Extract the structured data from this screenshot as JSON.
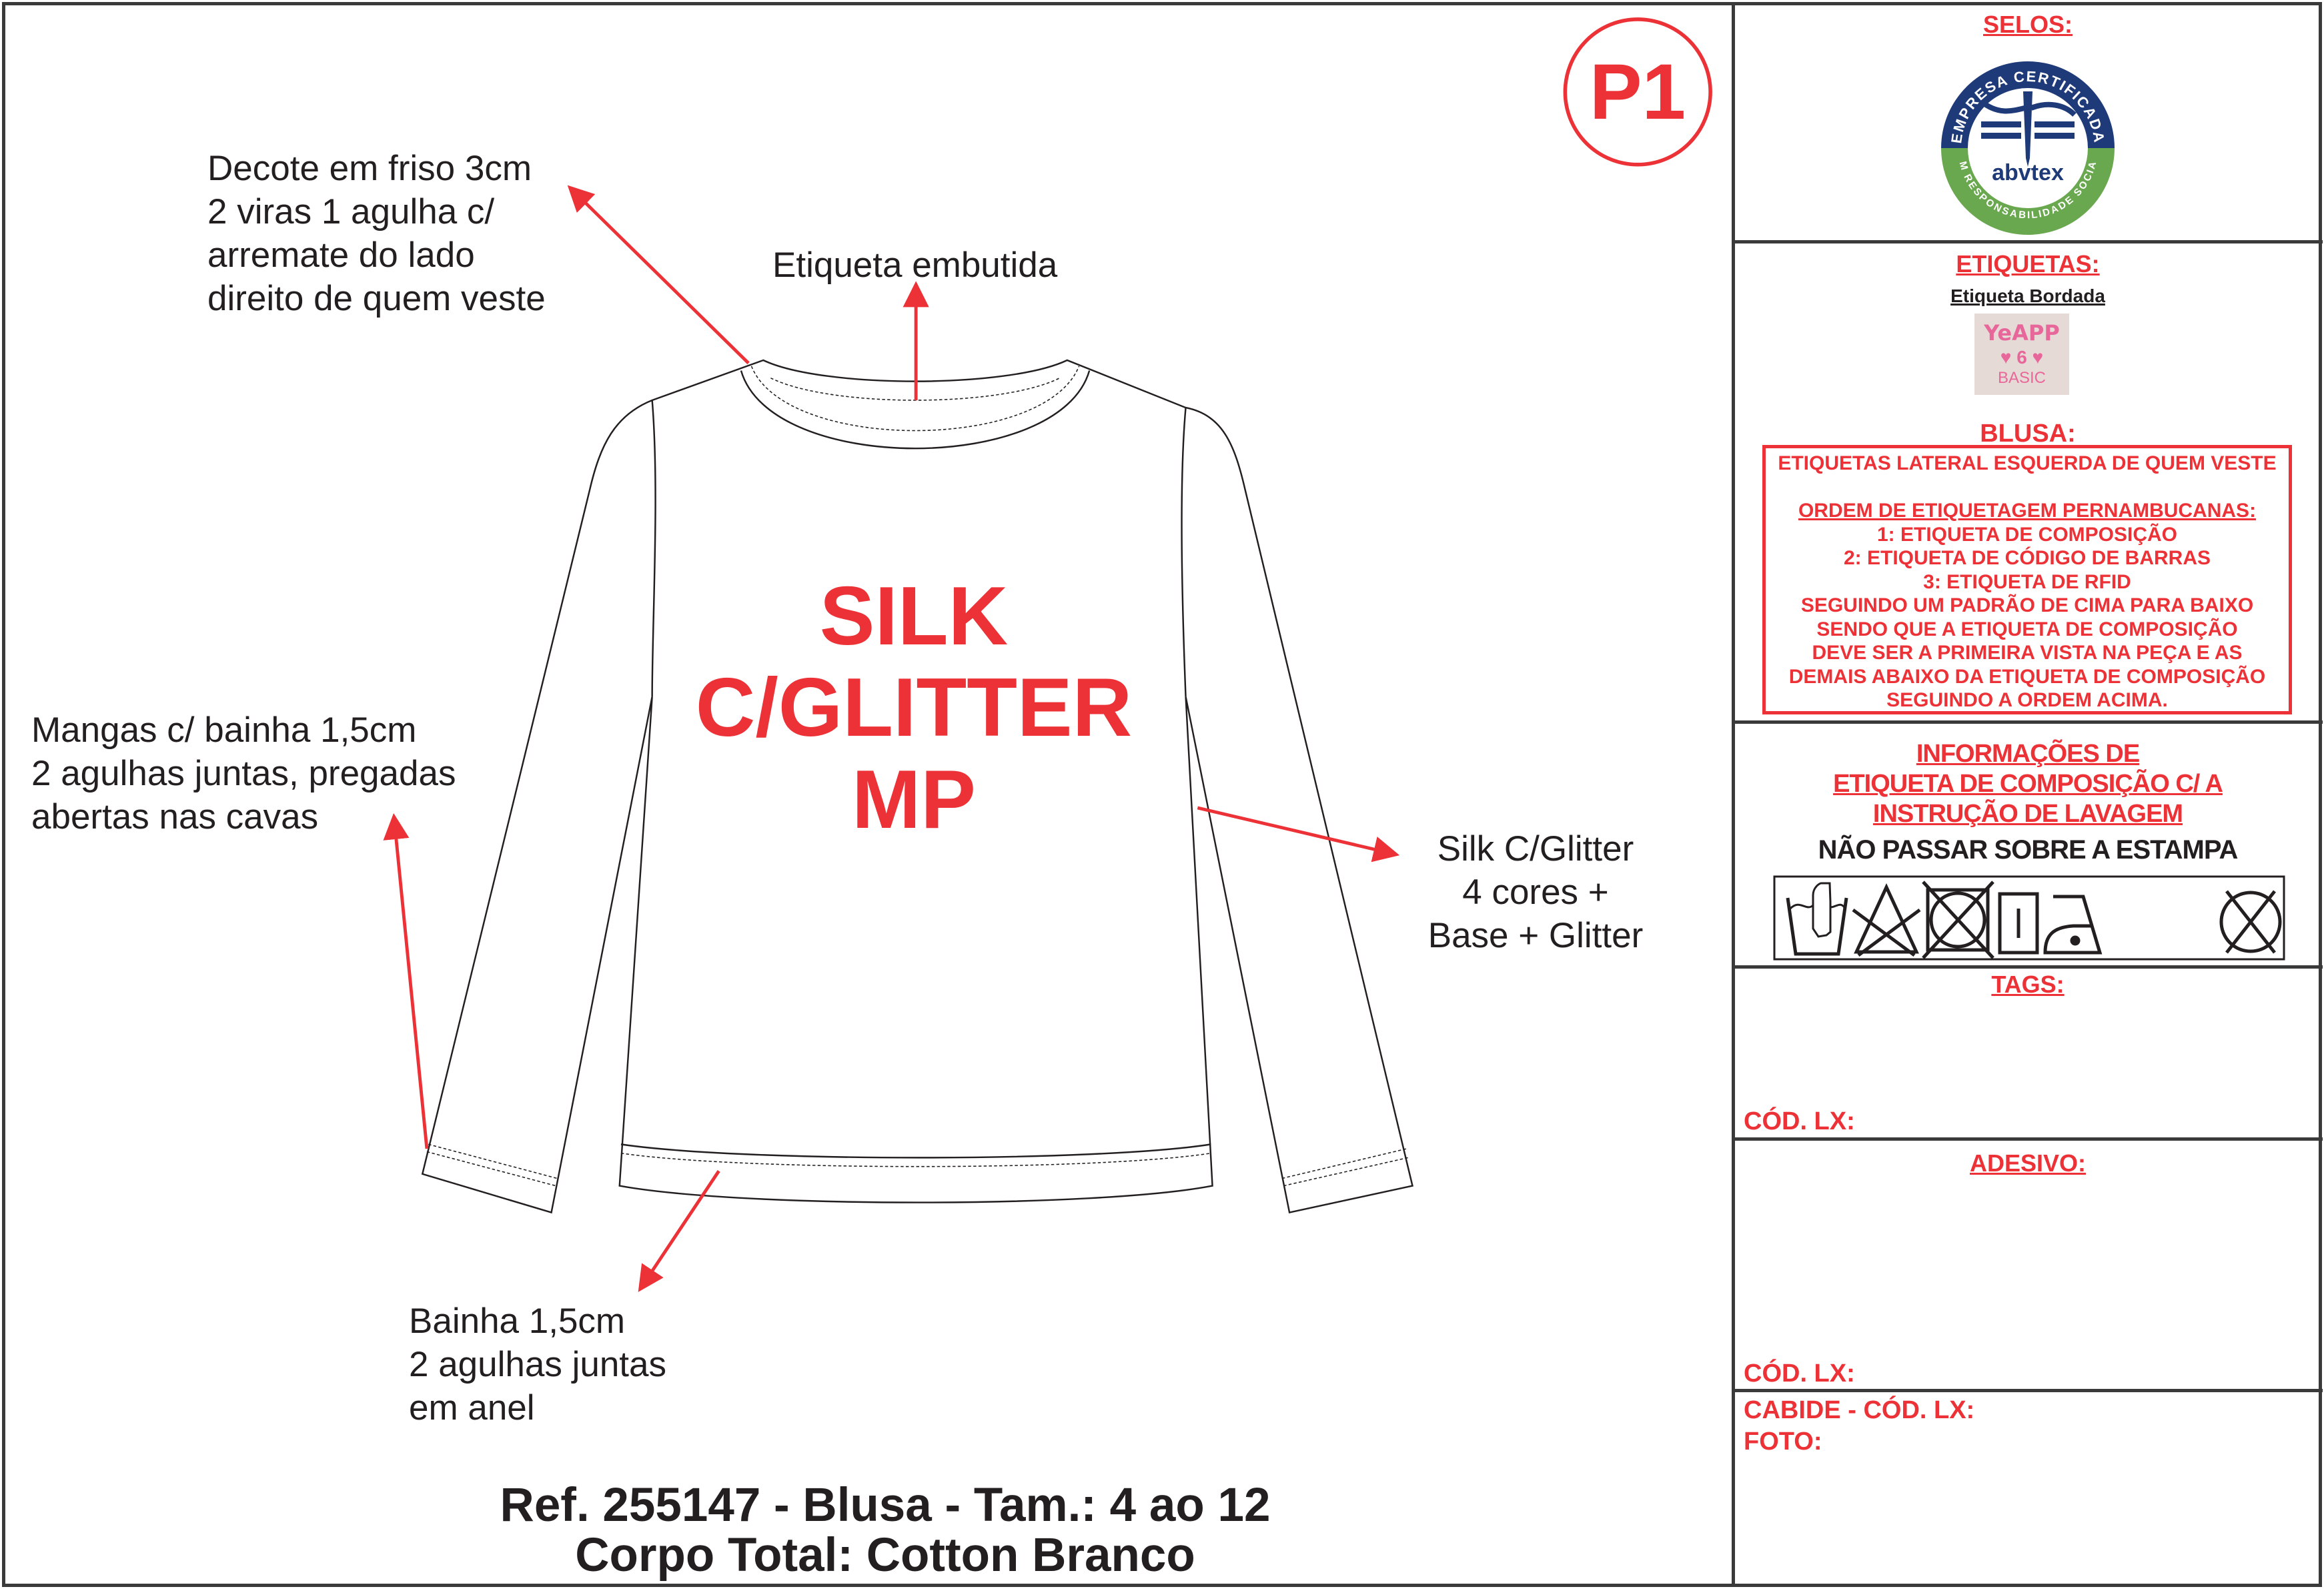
{
  "badge": "P1",
  "notes": {
    "neckline": "Decote em friso 3cm\n2 viras 1 agulha c/\narremate do lado\ndireito de quem veste",
    "label": "Etiqueta embutida",
    "sleeves": "Mangas c/ bainha 1,5cm\n2 agulhas juntas, pregadas\nabertas nas cavas",
    "print": "Silk C/Glitter\n4 cores +\nBase + Glitter",
    "hem": "Bainha 1,5cm\n2 agulhas juntas\nem anel"
  },
  "print_text": [
    "SILK",
    "C/GLITTER",
    "MP"
  ],
  "footer": {
    "ref": "Ref. 255147 - Blusa - Tam.: 4 ao 12",
    "body": "Corpo Total: Cotton Branco"
  },
  "panel": {
    "selos": {
      "title": "SELOS:",
      "logo": {
        "top": "EMPRESA CERTIFICADA",
        "brand": "abvtex",
        "bottom": "EM RESPONSABILIDADE SOCIAL"
      }
    },
    "etiquetas": {
      "title": "ETIQUETAS:",
      "subtitle": "Etiqueta Bordada",
      "label_image": {
        "brand": "YeAPP",
        "size": "6",
        "line": "BASIC"
      }
    },
    "blusa": {
      "title": "BLUSA:",
      "lines": [
        "ETIQUETAS LATERAL ESQUERDA DE QUEM VESTE",
        "",
        "ORDEM DE ETIQUETAGEM PERNAMBUCANAS:",
        "1: ETIQUETA DE COMPOSIÇÃO",
        "2: ETIQUETA DE CÓDIGO DE BARRAS",
        "3: ETIQUETA DE RFID",
        "SEGUINDO UM PADRÃO DE CIMA PARA BAIXO",
        "SENDO QUE A ETIQUETA DE COMPOSIÇÃO",
        "DEVE SER A PRIMEIRA VISTA NA PEÇA E AS",
        "DEMAIS ABAIXO DA ETIQUETA DE COMPOSIÇÃO",
        "SEGUINDO A ORDEM ACIMA."
      ]
    },
    "info": {
      "lines": [
        "INFORMAÇÕES DE",
        "ETIQUETA DE COMPOSIÇÃO C/ A",
        "INSTRUÇÃO DE LAVAGEM"
      ],
      "warning": "NÃO PASSAR SOBRE A ESTAMPA",
      "care_icons": [
        "hand-wash-icon",
        "no-bleach-icon",
        "no-tumble-dry-icon",
        "line-dry-icon",
        "iron-low-icon",
        "no-dry-clean-icon"
      ]
    },
    "tags": {
      "title": "TAGS:",
      "code": "CÓD. LX:"
    },
    "adesivo": {
      "title": "ADESIVO:",
      "code": "CÓD. LX:"
    },
    "cabide": {
      "code": "CABIDE - CÓD. LX:",
      "foto": "FOTO:"
    }
  },
  "colors": {
    "accent": "#ec3237",
    "ink": "#231f20",
    "green": "#6aa84f",
    "navy": "#1e3a78"
  }
}
